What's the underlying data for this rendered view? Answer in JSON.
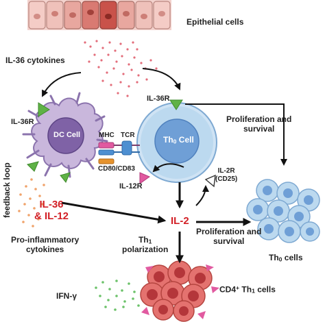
{
  "labels": {
    "epithelial_cells": "Epithelial cells",
    "il36_cytokines": "IL-36 cytokines",
    "il36r_dc": "IL-36R",
    "il36r_th0": "IL-36R",
    "dc_cell": "DC Cell",
    "mhc": "MHC",
    "tcr": "TCR",
    "cd80_cd83": "CD80/CD83",
    "th0_cell_main": "Th",
    "th0_cell_sub": "0",
    "th0_cell_suffix": " Cell",
    "il12r": "IL-12R",
    "il2r_line1": "IL-2R",
    "il2r_line2": "(CD25)",
    "prolif_top_line1": "Proliferation and",
    "prolif_top_line2": "survival",
    "feedback_loop": "feedback loop",
    "il36_il12_line1": "IL-36",
    "il36_il12_line2": "& IL-12",
    "il2": "IL-2",
    "prolif_mid_line1": "Proliferation and",
    "prolif_mid_line2": "survival",
    "th0_cells_main": "Th",
    "th0_cells_sub": "0",
    "th0_cells_suffix": " cells",
    "pro_inflam_line1": "Pro-inflammatory",
    "pro_inflam_line2": "cytokines",
    "th1_pol_main": "Th",
    "th1_pol_sub": "1",
    "th1_pol_line2": "polarization",
    "ifn_gamma": "IFN-γ",
    "cd4_th1_a": "CD4",
    "cd4_th1_sup": "+",
    "cd4_th1_b": " Th",
    "cd4_th1_sub": "1",
    "cd4_th1_c": " cells"
  },
  "colors": {
    "il36_red": "#d21f26",
    "dc_purple": "#c9b7dc",
    "th0_blue": "#bcd9ef",
    "th0_nucleus": "#6f9fd6",
    "receptor_green": "#5fb246",
    "il12r_pink": "#e15aa0",
    "th1_red": "#e4726f",
    "epithelial_pink": "#e9b3ad"
  }
}
